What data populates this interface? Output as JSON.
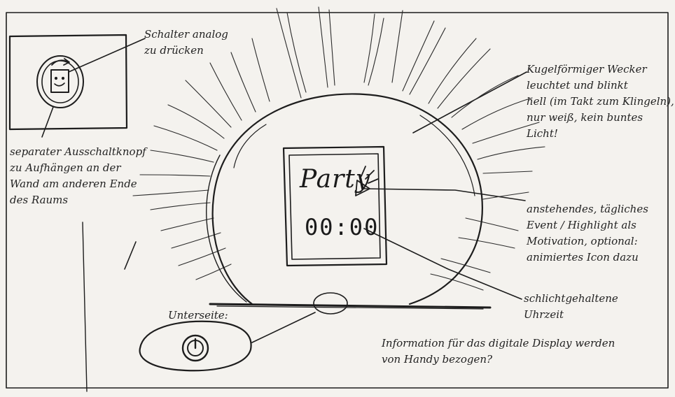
{
  "notes": {
    "switch": "Schalter analog\nzu drücken",
    "ball": "Kugelförmiger Wecker\nleuchtet und blinkt\nhell (im Takt zum Klingeln),\nnur weiß, kein buntes\nLicht!",
    "knob": "separater Ausschaltknopf\nzu Aufhängen an der\nWand am anderen Ende\ndes Raums",
    "event": "anstehendes, tägliches\nEvent / Highlight als\nMotivation, optional:\nanimiertes Icon dazu",
    "clock": "schlichtgehaltene\nUhrzeit",
    "info": "Information für das digitale Display werden\nvon Handy bezogen?",
    "bottom": "Unterseite:"
  },
  "display": {
    "title": "Party",
    "time": "00:00"
  },
  "icons": [
    "party-horn-icon",
    "power-icon",
    "smiley-switch-icon"
  ]
}
